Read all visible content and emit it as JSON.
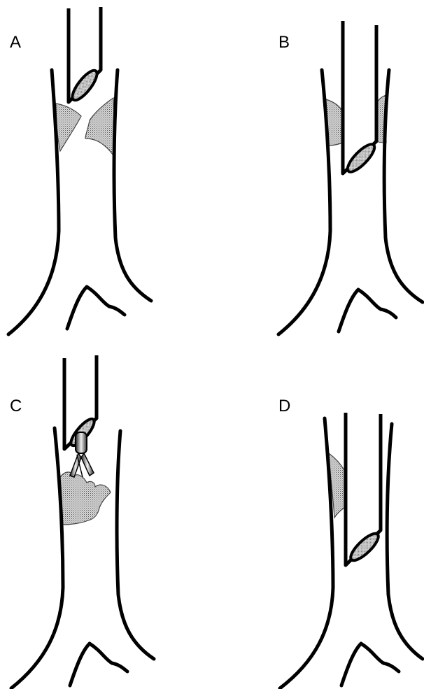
{
  "panels": [
    {
      "id": "A",
      "label": "A"
    },
    {
      "id": "B",
      "label": "B"
    },
    {
      "id": "C",
      "label": "C"
    },
    {
      "id": "D",
      "label": "D"
    }
  ],
  "colors": {
    "line": "#000000",
    "plaque_fill": "#bdbdbd",
    "background": "#ffffff"
  }
}
